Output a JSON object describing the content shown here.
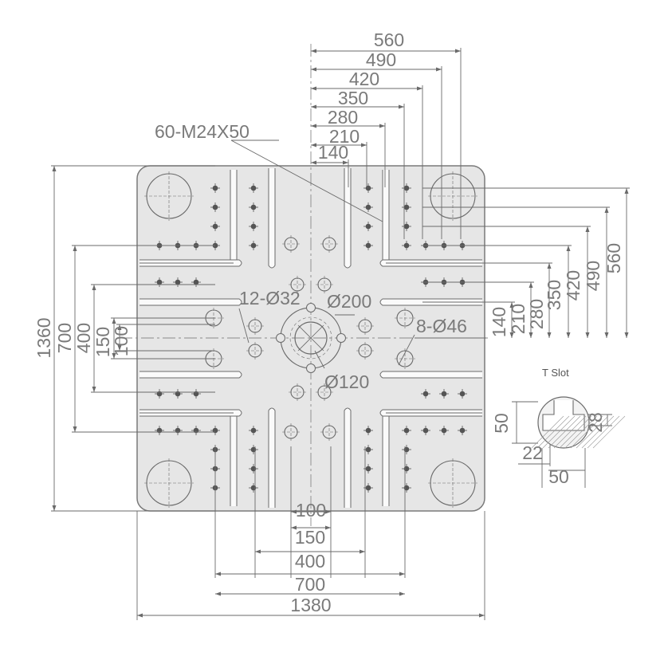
{
  "labels": {
    "top_dims": [
      "560",
      "490",
      "420",
      "350",
      "280",
      "210",
      "140"
    ],
    "right_dims": [
      "560",
      "490",
      "420",
      "350",
      "280",
      "210",
      "140"
    ],
    "bottom_dims": [
      "100",
      "150",
      "400",
      "700",
      "1380"
    ],
    "left_dims": [
      "1360",
      "700",
      "400",
      "150",
      "100"
    ],
    "screw_holes": "60-M24X50",
    "small_bores": "12-Ø32",
    "center_outer": "Ø200",
    "center_inner": "Ø120",
    "large_bores": "8-Ø46",
    "tslot_title": "T Slot",
    "tslot_dims": [
      "50",
      "28",
      "22",
      "50"
    ]
  },
  "colors": {
    "plate_fill": "#e6e6e6",
    "plate_stroke": "#7a7a7a",
    "slot_fill": "#fafafa",
    "ink": "#6a6a6a"
  }
}
